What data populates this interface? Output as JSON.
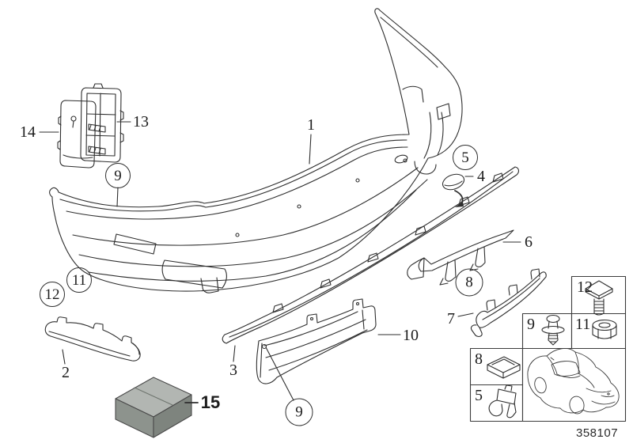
{
  "diagram": {
    "drawing_number": "358107",
    "type": "parts-exploded-diagram"
  },
  "callouts": {
    "c1": "1",
    "c2": "2",
    "c3": "3",
    "c4": "4",
    "c5": "5",
    "c6": "6",
    "c7": "7",
    "c8": "8",
    "c9": "9",
    "c10": "10",
    "c11": "11",
    "c12": "12",
    "c13": "13",
    "c14": "14",
    "c15": "15"
  },
  "legend": {
    "fastener_12": "12",
    "fastener_9": "9",
    "fastener_11": "11",
    "fastener_8": "8",
    "fastener_5": "5",
    "icons": {
      "cell_12": "square-head-screw-icon",
      "cell_9": "expanding-rivet-icon",
      "cell_11": "hex-nut-icon",
      "cell_8": "cover-cap-icon",
      "cell_5": "clamp-bracket-icon",
      "cell_car": "car-silhouette-icon"
    }
  },
  "colors": {
    "line": "#2e2e2e",
    "box_top": "#b2b6b2",
    "box_front": "#8d938d",
    "box_side": "#7e847e",
    "background": "#ffffff"
  }
}
